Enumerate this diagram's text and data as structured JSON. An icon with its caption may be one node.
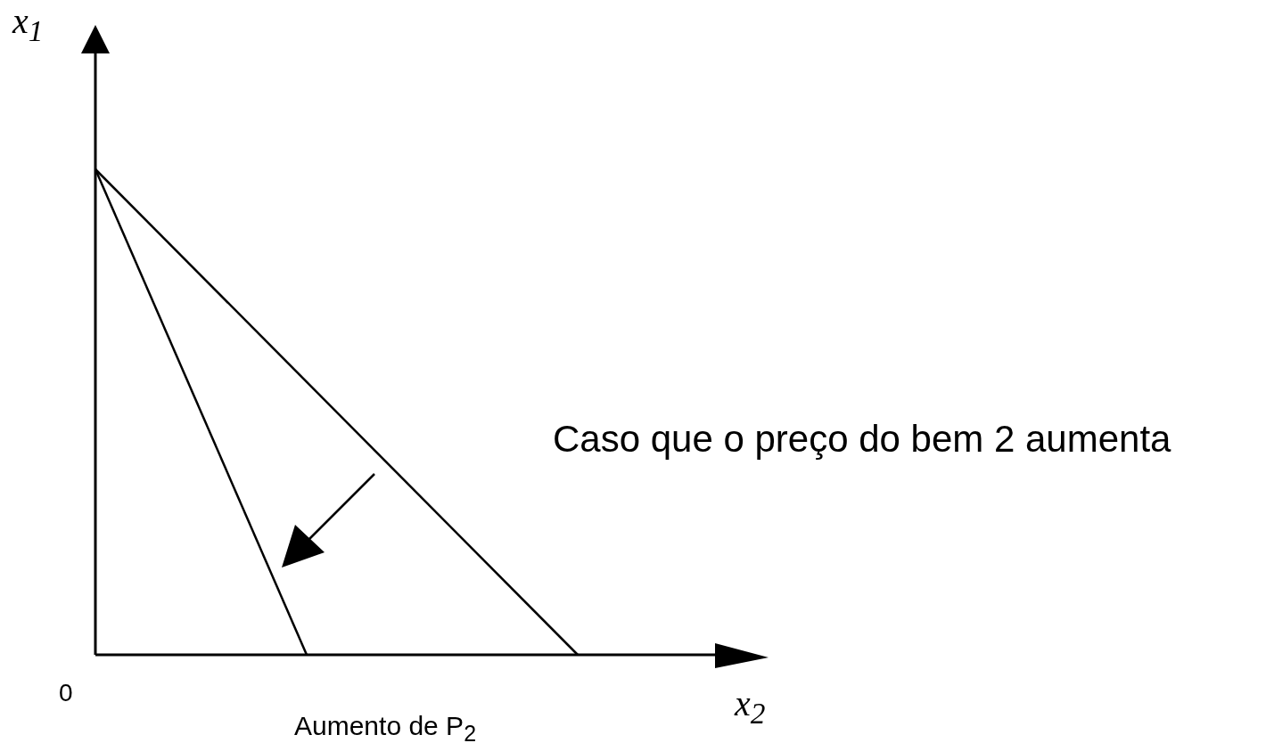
{
  "diagram": {
    "labels": [
      "x$_{1}$",
      "0",
      "x$_{2}$",
      "Aumento de P$_{2}$",
      "Caso que o preço do bem 2 aumenta"
    ]
  }
}
